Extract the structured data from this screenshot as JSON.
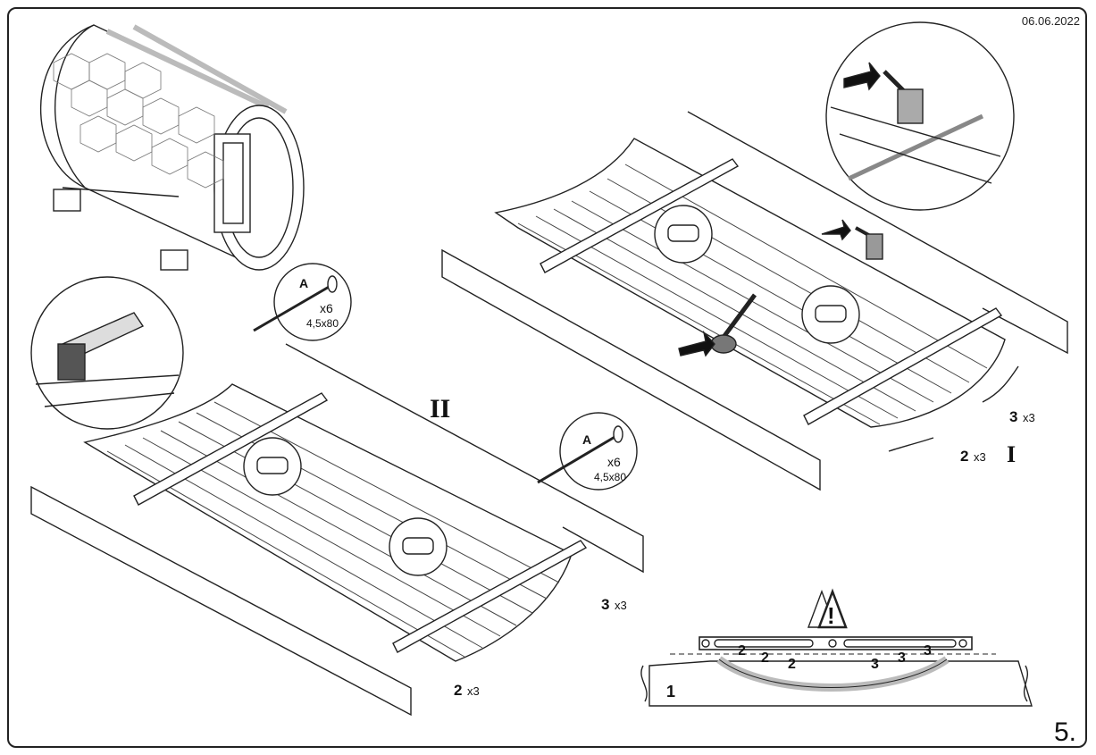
{
  "document": {
    "date": "06.06.2022",
    "step_number": "5."
  },
  "screws": {
    "code": "A",
    "quantity": "x6",
    "size": "4,5x80"
  },
  "phases": {
    "first": "I",
    "second": "II"
  },
  "board_counts": {
    "left_label": "2",
    "left_qty": "x3",
    "right_label": "3",
    "right_qty": "x3"
  },
  "level_detail": {
    "warning_symbol": "!",
    "base_label": "1",
    "board_marks": [
      "2",
      "2",
      "2",
      "3",
      "3",
      "3"
    ]
  }
}
